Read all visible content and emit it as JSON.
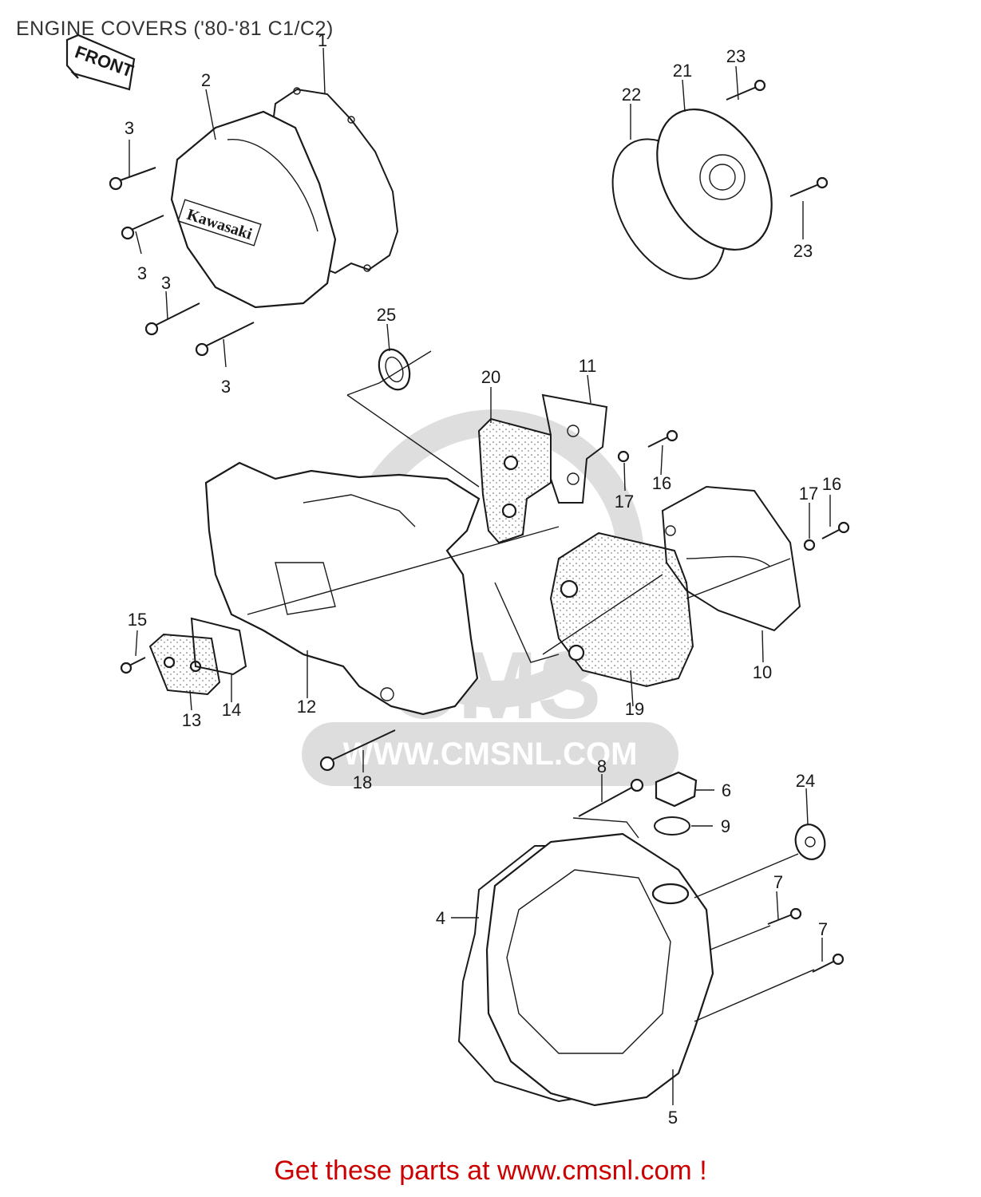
{
  "title": "ENGINE COVERS ('80-'81 C1/C2)",
  "front_label": "FRONT",
  "brand_on_cover": "Kawasaki",
  "watermark": {
    "text": "CMS",
    "url": "WWW.CMSNL.COM"
  },
  "callouts": [
    "1",
    "2",
    "3",
    "3",
    "3",
    "3",
    "4",
    "5",
    "6",
    "7",
    "7",
    "8",
    "9",
    "10",
    "11",
    "12",
    "13",
    "14",
    "15",
    "16",
    "16",
    "17",
    "17",
    "18",
    "19",
    "20",
    "21",
    "22",
    "23",
    "23",
    "24",
    "25"
  ],
  "footer": {
    "text": "Get these parts at www.cmsnl.com !",
    "color": "#cc0000"
  }
}
